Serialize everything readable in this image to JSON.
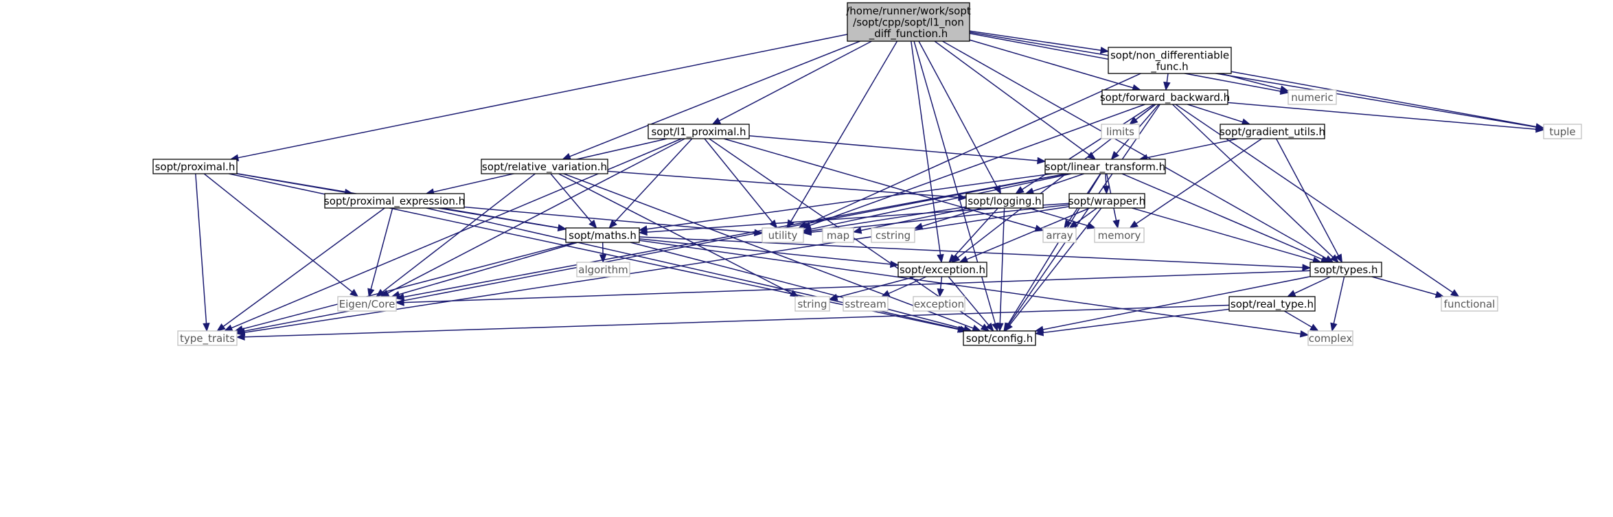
{
  "colors": {
    "edge": "#191970",
    "root_fill": "#bfbfbf",
    "root_stroke": "#000000",
    "internal_stroke": "#000000",
    "internal_text": "#000000",
    "external_stroke": "#bfbfbf",
    "external_text": "#555555",
    "background": "#ffffff"
  },
  "nodes": [
    {
      "id": "root",
      "lines": [
        "/home/runner/work/sopt",
        "/sopt/cpp/sopt/l1_non",
        "_diff_function.h"
      ],
      "kind": "root"
    },
    {
      "id": "ndf",
      "lines": [
        "sopt/non_differentiable",
        "_func.h"
      ],
      "kind": "internal"
    },
    {
      "id": "numeric",
      "lines": [
        "numeric"
      ],
      "kind": "external"
    },
    {
      "id": "fb",
      "lines": [
        "sopt/forward_backward.h"
      ],
      "kind": "internal"
    },
    {
      "id": "limits",
      "lines": [
        "limits"
      ],
      "kind": "external"
    },
    {
      "id": "grad",
      "lines": [
        "sopt/gradient_utils.h"
      ],
      "kind": "internal"
    },
    {
      "id": "tuple",
      "lines": [
        "tuple"
      ],
      "kind": "external"
    },
    {
      "id": "l1p",
      "lines": [
        "sopt/l1_proximal.h"
      ],
      "kind": "internal"
    },
    {
      "id": "prox",
      "lines": [
        "sopt/proximal.h"
      ],
      "kind": "internal"
    },
    {
      "id": "relvar",
      "lines": [
        "sopt/relative_variation.h"
      ],
      "kind": "internal"
    },
    {
      "id": "lt",
      "lines": [
        "sopt/linear_transform.h"
      ],
      "kind": "internal"
    },
    {
      "id": "pexpr",
      "lines": [
        "sopt/proximal_expression.h"
      ],
      "kind": "internal"
    },
    {
      "id": "log",
      "lines": [
        "sopt/logging.h"
      ],
      "kind": "internal"
    },
    {
      "id": "wrap",
      "lines": [
        "sopt/wrapper.h"
      ],
      "kind": "internal"
    },
    {
      "id": "utility",
      "lines": [
        "utility"
      ],
      "kind": "external"
    },
    {
      "id": "map",
      "lines": [
        "map"
      ],
      "kind": "external"
    },
    {
      "id": "cstring",
      "lines": [
        "cstring"
      ],
      "kind": "external"
    },
    {
      "id": "array",
      "lines": [
        "array"
      ],
      "kind": "external"
    },
    {
      "id": "memory",
      "lines": [
        "memory"
      ],
      "kind": "external"
    },
    {
      "id": "maths",
      "lines": [
        "sopt/maths.h"
      ],
      "kind": "internal"
    },
    {
      "id": "algorithm",
      "lines": [
        "algorithm"
      ],
      "kind": "external"
    },
    {
      "id": "exc",
      "lines": [
        "sopt/exception.h"
      ],
      "kind": "internal"
    },
    {
      "id": "types",
      "lines": [
        "sopt/types.h"
      ],
      "kind": "internal"
    },
    {
      "id": "eigen",
      "lines": [
        "Eigen/Core"
      ],
      "kind": "external"
    },
    {
      "id": "string",
      "lines": [
        "string"
      ],
      "kind": "external"
    },
    {
      "id": "sstream",
      "lines": [
        "sstream"
      ],
      "kind": "external"
    },
    {
      "id": "exception",
      "lines": [
        "exception"
      ],
      "kind": "external"
    },
    {
      "id": "functional",
      "lines": [
        "functional"
      ],
      "kind": "external"
    },
    {
      "id": "realtype",
      "lines": [
        "sopt/real_type.h"
      ],
      "kind": "internal"
    },
    {
      "id": "typetraits",
      "lines": [
        "type_traits"
      ],
      "kind": "external"
    },
    {
      "id": "config",
      "lines": [
        "sopt/config.h"
      ],
      "kind": "internal"
    },
    {
      "id": "complex",
      "lines": [
        "complex"
      ],
      "kind": "external"
    }
  ],
  "edges": [
    [
      "root",
      "ndf"
    ],
    [
      "root",
      "numeric"
    ],
    [
      "root",
      "fb"
    ],
    [
      "root",
      "tuple"
    ],
    [
      "root",
      "types"
    ],
    [
      "root",
      "lt"
    ],
    [
      "root",
      "log"
    ],
    [
      "root",
      "utility"
    ],
    [
      "root",
      "exc"
    ],
    [
      "root",
      "relvar"
    ],
    [
      "root",
      "l1p"
    ],
    [
      "root",
      "prox"
    ],
    [
      "root",
      "config"
    ],
    [
      "ndf",
      "fb"
    ],
    [
      "ndf",
      "numeric"
    ],
    [
      "ndf",
      "tuple"
    ],
    [
      "ndf",
      "utility"
    ],
    [
      "fb",
      "limits"
    ],
    [
      "fb",
      "grad"
    ],
    [
      "fb",
      "lt"
    ],
    [
      "fb",
      "log"
    ],
    [
      "fb",
      "utility"
    ],
    [
      "fb",
      "exc"
    ],
    [
      "fb",
      "config"
    ],
    [
      "fb",
      "types"
    ],
    [
      "fb",
      "functional"
    ],
    [
      "fb",
      "tuple"
    ],
    [
      "grad",
      "lt"
    ],
    [
      "grad",
      "memory"
    ],
    [
      "grad",
      "types"
    ],
    [
      "l1p",
      "lt"
    ],
    [
      "l1p",
      "pexpr"
    ],
    [
      "l1p",
      "maths"
    ],
    [
      "l1p",
      "utility"
    ],
    [
      "l1p",
      "eigen"
    ],
    [
      "l1p",
      "config"
    ],
    [
      "l1p",
      "typetraits"
    ],
    [
      "l1p",
      "array"
    ],
    [
      "prox",
      "pexpr"
    ],
    [
      "prox",
      "maths"
    ],
    [
      "prox",
      "eigen"
    ],
    [
      "prox",
      "typetraits"
    ],
    [
      "prox",
      "config"
    ],
    [
      "relvar",
      "log"
    ],
    [
      "relvar",
      "maths"
    ],
    [
      "relvar",
      "eigen"
    ],
    [
      "relvar",
      "string"
    ],
    [
      "relvar",
      "config"
    ],
    [
      "lt",
      "log"
    ],
    [
      "lt",
      "wrap"
    ],
    [
      "lt",
      "utility"
    ],
    [
      "lt",
      "array"
    ],
    [
      "lt",
      "memory"
    ],
    [
      "lt",
      "types"
    ],
    [
      "lt",
      "maths"
    ],
    [
      "lt",
      "config"
    ],
    [
      "lt",
      "eigen"
    ],
    [
      "lt",
      "typetraits"
    ],
    [
      "pexpr",
      "maths"
    ],
    [
      "pexpr",
      "utility"
    ],
    [
      "pexpr",
      "eigen"
    ],
    [
      "pexpr",
      "typetraits"
    ],
    [
      "pexpr",
      "config"
    ],
    [
      "log",
      "exc"
    ],
    [
      "log",
      "config"
    ],
    [
      "log",
      "map"
    ],
    [
      "log",
      "cstring"
    ],
    [
      "log",
      "utility"
    ],
    [
      "log",
      "memory"
    ],
    [
      "wrap",
      "maths"
    ],
    [
      "wrap",
      "exc"
    ],
    [
      "wrap",
      "types"
    ],
    [
      "wrap",
      "array"
    ],
    [
      "wrap",
      "utility"
    ],
    [
      "wrap",
      "config"
    ],
    [
      "wrap",
      "typetraits"
    ],
    [
      "maths",
      "algorithm"
    ],
    [
      "maths",
      "exc"
    ],
    [
      "maths",
      "types"
    ],
    [
      "maths",
      "eigen"
    ],
    [
      "maths",
      "typetraits"
    ],
    [
      "maths",
      "config"
    ],
    [
      "maths",
      "complex"
    ],
    [
      "exc",
      "string"
    ],
    [
      "exc",
      "sstream"
    ],
    [
      "exc",
      "exception"
    ],
    [
      "exc",
      "config"
    ],
    [
      "types",
      "eigen"
    ],
    [
      "types",
      "functional"
    ],
    [
      "types",
      "realtype"
    ],
    [
      "types",
      "complex"
    ],
    [
      "types",
      "config"
    ],
    [
      "realtype",
      "typetraits"
    ],
    [
      "realtype",
      "complex"
    ],
    [
      "realtype",
      "config"
    ]
  ]
}
